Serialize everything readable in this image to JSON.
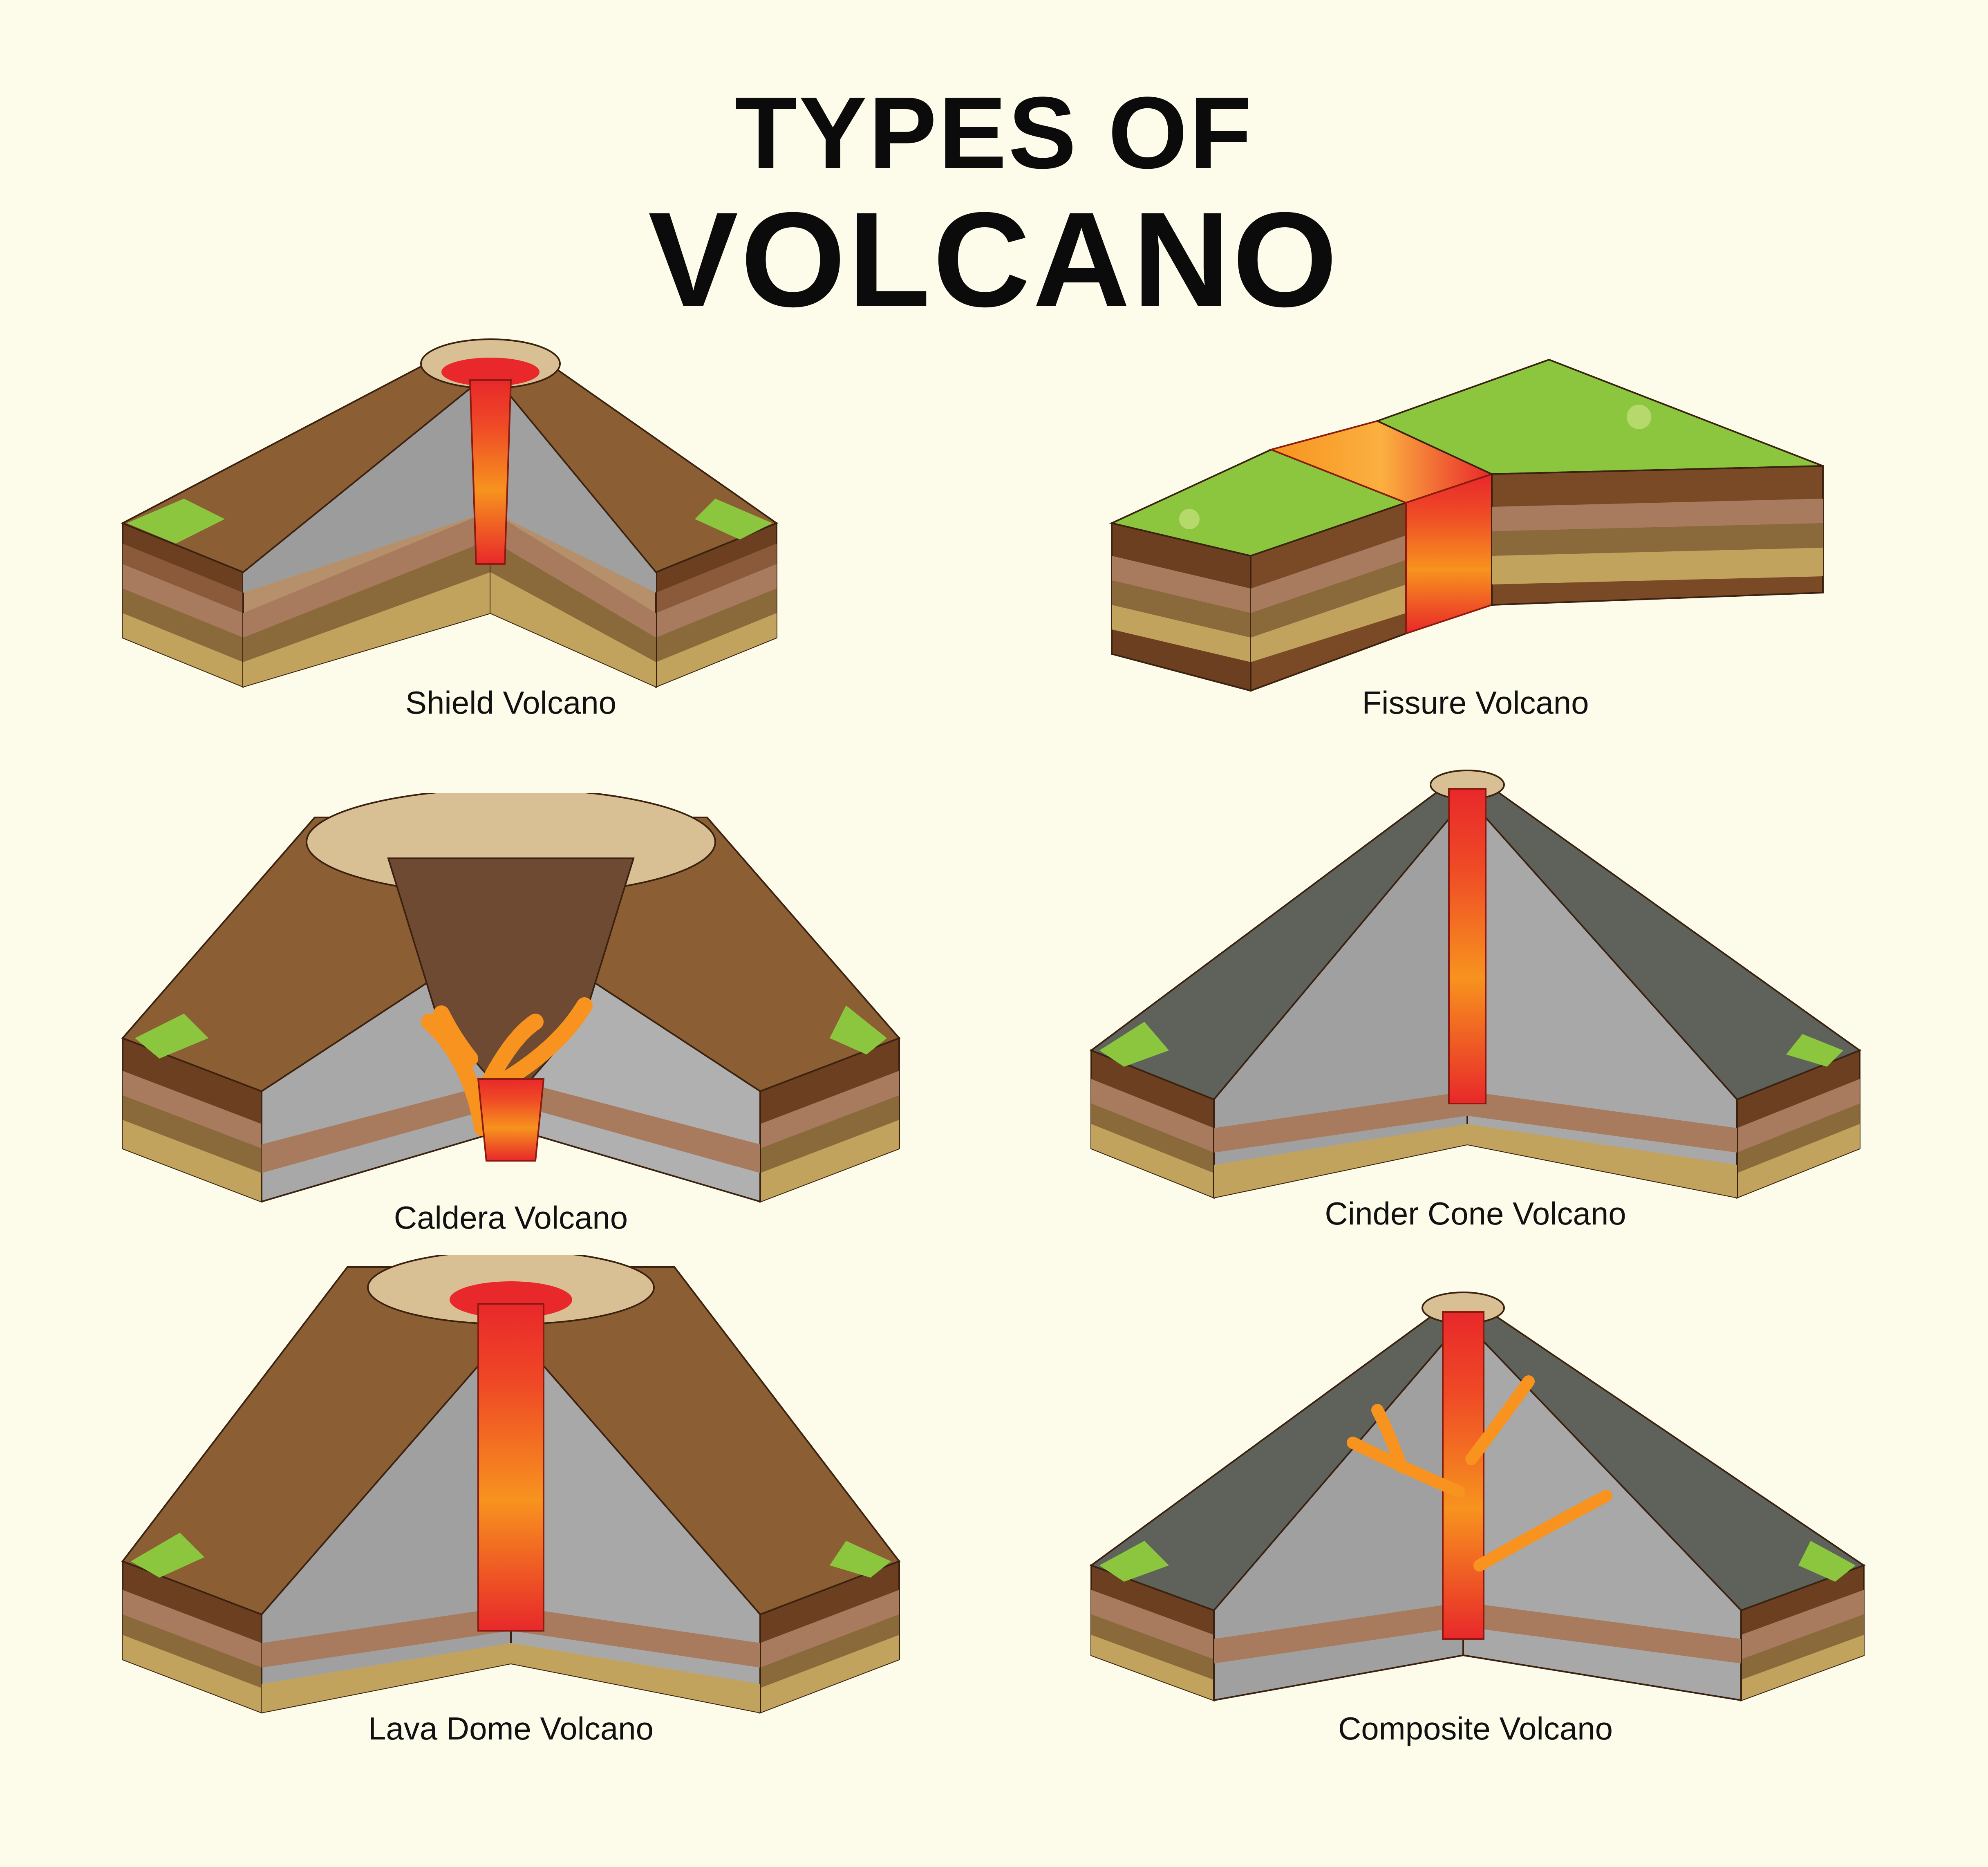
{
  "title": {
    "line1": "TYPES OF",
    "line2": "VOLCANO"
  },
  "volcanoes": [
    {
      "label": "Shield Volcano"
    },
    {
      "label": "Fissure Volcano"
    },
    {
      "label": "Caldera Volcano"
    },
    {
      "label": "Cinder Cone Volcano"
    },
    {
      "label": "Lava Dome Volcano"
    },
    {
      "label": "Composite Volcano"
    }
  ],
  "colors": {
    "background": "#fdfbea",
    "lava_red": "#e8282a",
    "lava_orange": "#f7931e",
    "grass": "#8cc63f",
    "rock_brown": "#8b5e34",
    "ash_gray": "#5f625a",
    "core_gray": "#a8a8a8"
  }
}
